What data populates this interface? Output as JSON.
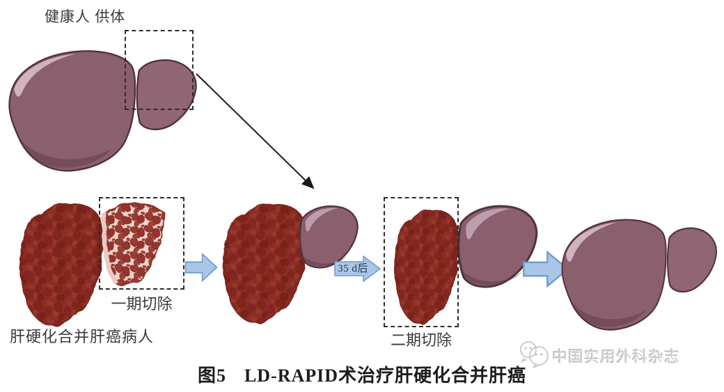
{
  "figure": {
    "donor_label": "健康人 供体",
    "patient_label": "肝硬化合并肝癌病人",
    "stage1_label": "一期切除",
    "stage2_label": "二期切除",
    "interval_label": "35 d后",
    "caption_number": "图5",
    "caption_title": "LD-RAPID术治疗肝硬化合并肝癌",
    "watermark_text": "中国实用外科杂志",
    "icons": {
      "watermark_logo": "wechat-bubbles-icon",
      "flow_arrow": "right-block-arrow-icon",
      "transplant_arrow": "diagonal-black-arrow-icon"
    },
    "colors": {
      "healthy_liver": "#8A5F6E",
      "healthy_liver_outline": "#53323E",
      "cirrhotic_liver": "#8C2E25",
      "cirrhotic_nodule_dark": "#7B241D",
      "cut_surface_pink": "#F0D2CB",
      "arrow_blue_fill": "#A9C6E8",
      "arrow_blue_stroke": "#6F9CC9",
      "watermark_gray": "#D0D0D0"
    }
  }
}
